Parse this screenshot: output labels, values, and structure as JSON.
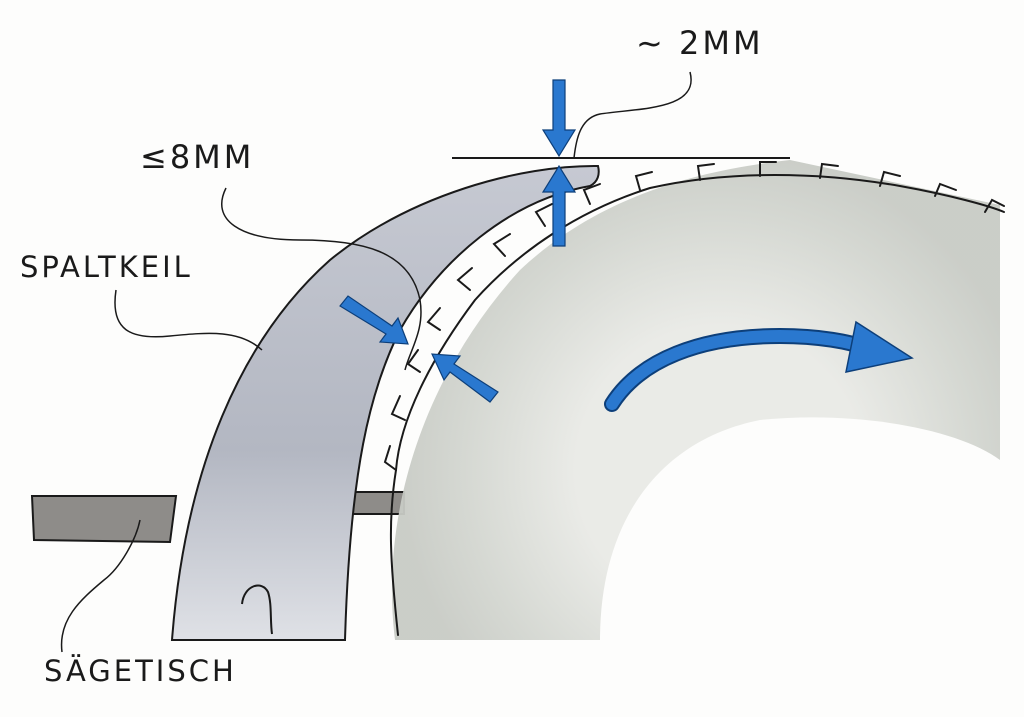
{
  "labels": {
    "gap": "~ 2MM",
    "height": "≤8MM",
    "wedge": "SPALTKEIL",
    "table": "SÄGETISCH"
  },
  "colors": {
    "arrow": "#2a78cf",
    "wedge": "#b9bdc8",
    "blade": "#d6d8d3",
    "table": "#8e8c89",
    "ink": "#1a1a1a"
  },
  "icons": {
    "rotation": "curved-arrow-icon",
    "measure": "dimension-arrow-icon"
  }
}
